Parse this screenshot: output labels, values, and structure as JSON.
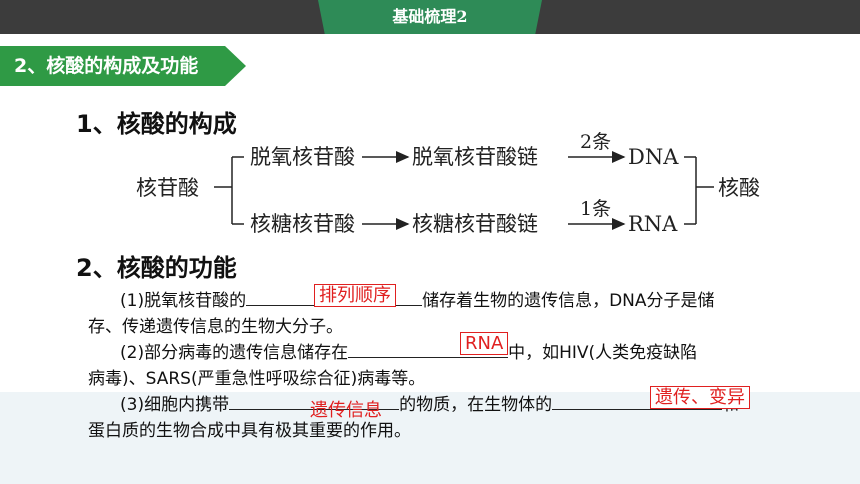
{
  "header": {
    "title": "基础梳理2"
  },
  "section": {
    "label": "2、核酸的构成及功能"
  },
  "composition": {
    "heading": "1、核酸的构成",
    "root": "核苷酸",
    "row1": {
      "nucleotide": "脱氧核苷酸",
      "chain": "脱氧核苷酸链",
      "count": "2条",
      "product": "DNA"
    },
    "row2": {
      "nucleotide": "核糖核苷酸",
      "chain": "核糖核苷酸链",
      "count": "1条",
      "product": "RNA"
    },
    "result": "核酸"
  },
  "function": {
    "heading": "2、核酸的功能",
    "p1_a": "(1)脱氧核苷酸的",
    "p1_b": "储存着生物的遗传信息，DNA分子是储",
    "p1_c": "存、传递遗传信息的生物大分子。",
    "p2_a": "(2)部分病毒的遗传信息储存在",
    "p2_b": "中，如HIV(人类免疫缺陷",
    "p2_c": "病毒)、SARS(严重急性呼吸综合征)病毒等。",
    "p3_a": "(3)细胞内携带",
    "p3_b": "的物质，在生物体的",
    "p3_c": "和",
    "p3_d": "蛋白质的生物合成中具有极其重要的作用。"
  },
  "answers": {
    "a1": "排列顺序",
    "a2": "RNA",
    "a3": "遗传信息",
    "a4": "遗传、变异"
  },
  "colors": {
    "topbar": "#3c3c3c",
    "tab": "#2e8b57",
    "section_tag": "#2f9a45",
    "answer": "#e02020"
  }
}
